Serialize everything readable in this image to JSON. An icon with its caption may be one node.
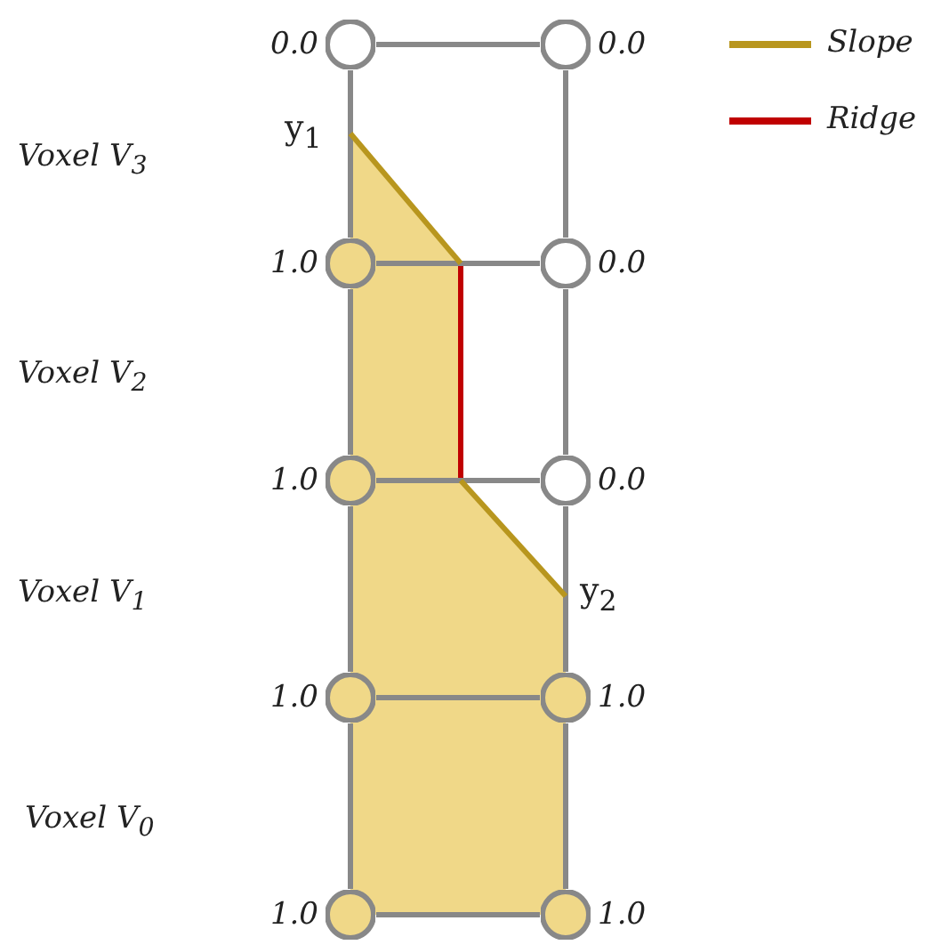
{
  "diagram": {
    "nodes": [
      {
        "text": [],
        "shape": "circle",
        "beside": [
          "0.0"
        ]
      },
      {
        "text": [],
        "shape": "circle",
        "beside": [
          "0.0"
        ]
      },
      {
        "text": [],
        "shape": "circle",
        "beside": [
          "1.0"
        ]
      },
      {
        "text": [],
        "shape": "circle",
        "beside": [
          "0.0"
        ]
      },
      {
        "text": [],
        "shape": "circle",
        "beside": [
          "1.0"
        ]
      },
      {
        "text": [],
        "shape": "circle",
        "beside": [
          "0.0"
        ]
      },
      {
        "text": [],
        "shape": "circle",
        "beside": [
          "1.0"
        ]
      },
      {
        "text": [],
        "shape": "circle",
        "beside": [
          "1.0"
        ]
      },
      {
        "text": [],
        "shape": "circle",
        "beside": [
          "1.0"
        ]
      },
      {
        "text": [],
        "shape": "circle",
        "beside": [
          "1.0"
        ]
      }
    ],
    "edges": [
      {
        "from": 0,
        "to": 1,
        "arrow": "none"
      },
      {
        "from": 0,
        "to": 2,
        "arrow": "none"
      },
      {
        "from": 1,
        "to": 3,
        "arrow": "none"
      },
      {
        "from": 2,
        "to": 3,
        "arrow": "none"
      },
      {
        "from": 2,
        "to": 4,
        "arrow": "none"
      },
      {
        "from": 3,
        "to": 5,
        "arrow": "none"
      },
      {
        "from": 4,
        "to": 5,
        "arrow": "none"
      },
      {
        "from": 4,
        "to": 6,
        "arrow": "none"
      },
      {
        "from": 5,
        "to": 7,
        "arrow": "none"
      },
      {
        "from": 6,
        "to": 7,
        "arrow": "none"
      },
      {
        "from": 6,
        "to": 8,
        "arrow": "none"
      },
      {
        "from": 7,
        "to": 9,
        "arrow": "none"
      },
      {
        "from": 8,
        "to": 9,
        "arrow": "none"
      }
    ],
    "labels": [
      "Voxel V$_{3}$",
      "y$_{1}$",
      "Voxel V$_{2}$",
      "Voxel V$_{1}$",
      "y$_{2}$",
      "Voxel V$_{0}$"
    ],
    "legend": [
      {
        "text": "Slope"
      },
      {
        "text": "Ridge"
      }
    ]
  }
}
